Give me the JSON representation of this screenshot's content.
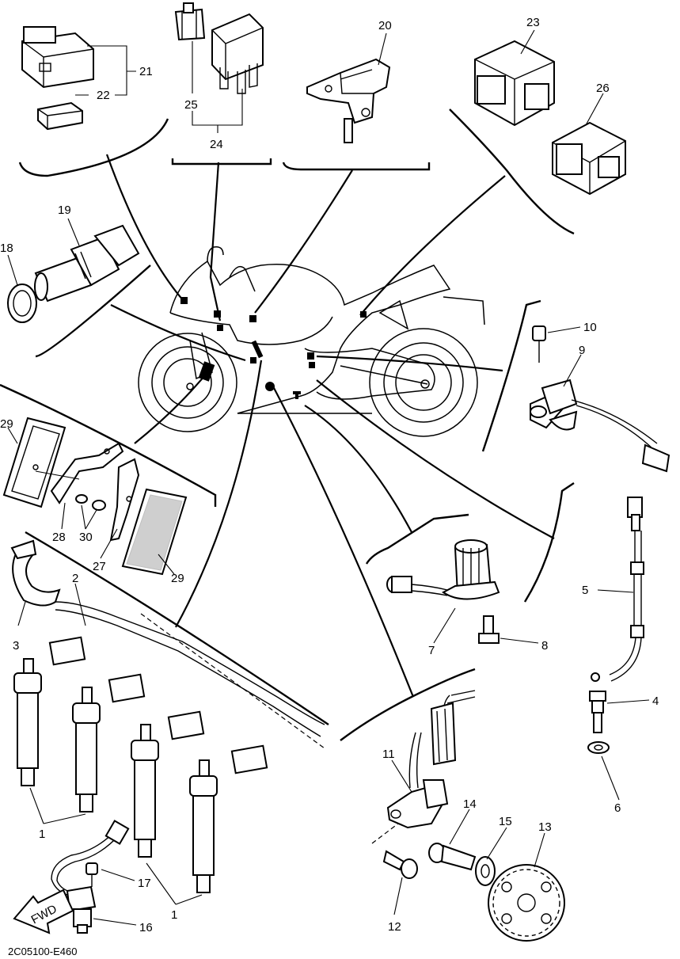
{
  "diagram": {
    "code": "2C05100-E460",
    "fwd_label": "FWD",
    "callouts": {
      "p1a": "1",
      "p1b": "1",
      "p2": "2",
      "p3": "3",
      "p4": "4",
      "p5": "5",
      "p6": "6",
      "p7": "7",
      "p8": "8",
      "p9": "9",
      "p10": "10",
      "p11": "11",
      "p12": "12",
      "p13": "13",
      "p14": "14",
      "p15": "15",
      "p16": "16",
      "p17": "17",
      "p18": "18",
      "p19": "19",
      "p20": "20",
      "p21": "21",
      "p22": "22",
      "p23": "23",
      "p24": "24",
      "p25": "25",
      "p26": "26",
      "p27": "27",
      "p28": "28",
      "p29a": "29",
      "p29b": "29",
      "p30": "30"
    }
  }
}
